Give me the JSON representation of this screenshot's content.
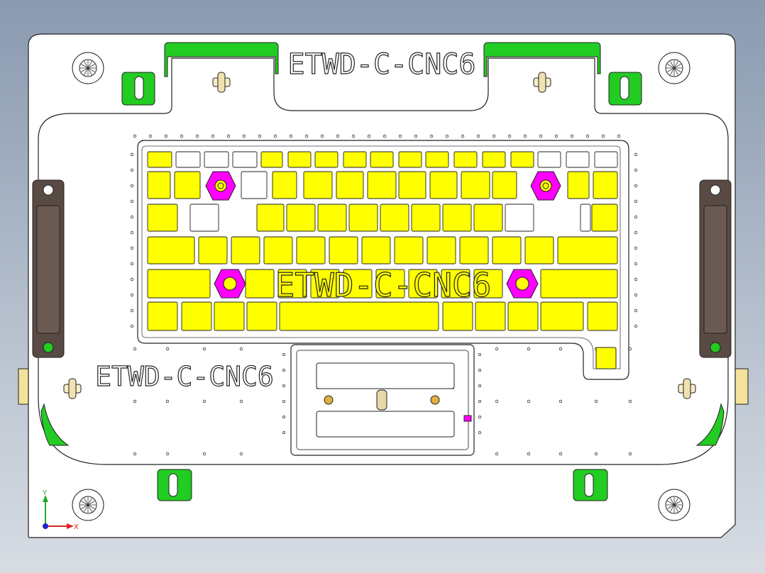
{
  "labels": {
    "top": "ETWD-C-CNC6",
    "center": "ETWD-C-CNC6",
    "left": "ETWD-C-CNC6"
  },
  "axes": {
    "y": "Y",
    "x": "X"
  },
  "colors": {
    "background_top": "#8a9ab0",
    "background_bottom": "#d8dde4",
    "plate": "#ffffff",
    "outline": "#222222",
    "key_fill": "#ffff00",
    "magenta": "#ff00ff",
    "green": "#22cc22",
    "handle": "#5a4a44",
    "pin_gold": "#e0b040"
  }
}
